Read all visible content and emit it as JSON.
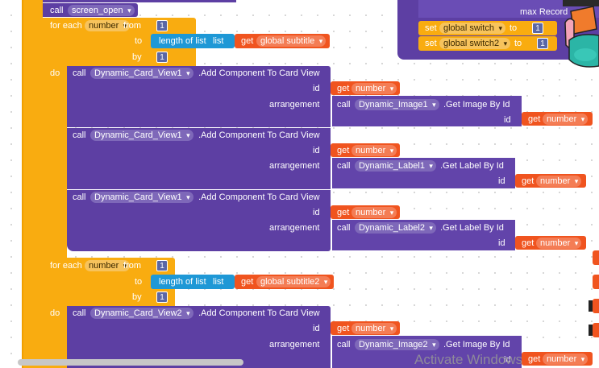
{
  "blocks": {
    "call_keyword": "call",
    "screen_open": "screen_open",
    "for_each": "for each",
    "loop_var": "number",
    "from": "from",
    "to": "to",
    "by": "by",
    "do": "do",
    "one": "1",
    "length_of_list": "length of list",
    "list": "list",
    "get": "get",
    "global_subtitle": "global subtitle",
    "global_subtitle2": "global subtitle2",
    "set": "set",
    "global_switch": "global switch",
    "global_switch2": "global switch2",
    "max_record": "max Record",
    "id": "id",
    "arrangement": "arrangement",
    "dynamic_card_view1": "Dynamic_Card_View1",
    "dynamic_card_view2": "Dynamic_Card_View2",
    "add_component": ".Add Component To Card View",
    "dynamic_image1": "Dynamic_Image1",
    "dynamic_image2": "Dynamic_Image2",
    "dynamic_label1": "Dynamic_Label1",
    "dynamic_label2": "Dynamic_Label2",
    "get_image_by_id": ".Get Image By Id",
    "get_label_by_id": ".Get Label By Id"
  },
  "watermark": "Activate Windows",
  "colors": {
    "control": "#f9ac10",
    "procedure": "#5d3fa3",
    "list": "#1e98d6",
    "variable": "#f0541f"
  },
  "icons": [
    "character-mascot-icon"
  ]
}
